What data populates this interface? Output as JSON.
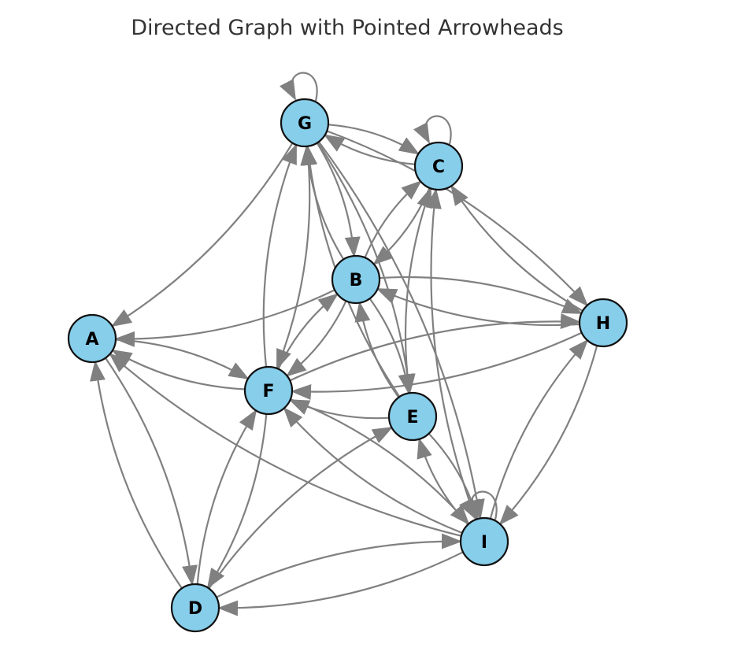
{
  "title": "Directed Graph with Pointed Arrowheads",
  "colors": {
    "node_fill": "#87CEEB",
    "node_stroke": "#111111",
    "edge": "#808080",
    "title_text": "#333333"
  },
  "nodes": [
    {
      "id": "G",
      "label": "G"
    },
    {
      "id": "C",
      "label": "C"
    },
    {
      "id": "B",
      "label": "B"
    },
    {
      "id": "A",
      "label": "A"
    },
    {
      "id": "H",
      "label": "H"
    },
    {
      "id": "F",
      "label": "F"
    },
    {
      "id": "E",
      "label": "E"
    },
    {
      "id": "I",
      "label": "I"
    },
    {
      "id": "D",
      "label": "D"
    }
  ],
  "edges": [
    [
      "G",
      "G"
    ],
    [
      "C",
      "C"
    ],
    [
      "I",
      "I"
    ],
    [
      "G",
      "C"
    ],
    [
      "C",
      "G"
    ],
    [
      "G",
      "A"
    ],
    [
      "G",
      "B"
    ],
    [
      "B",
      "G"
    ],
    [
      "G",
      "F"
    ],
    [
      "F",
      "G"
    ],
    [
      "G",
      "E"
    ],
    [
      "E",
      "G"
    ],
    [
      "G",
      "H"
    ],
    [
      "G",
      "I"
    ],
    [
      "C",
      "B"
    ],
    [
      "B",
      "C"
    ],
    [
      "E",
      "C"
    ],
    [
      "I",
      "C"
    ],
    [
      "H",
      "C"
    ],
    [
      "H",
      "B"
    ],
    [
      "B",
      "H"
    ],
    [
      "B",
      "A"
    ],
    [
      "B",
      "F"
    ],
    [
      "F",
      "B"
    ],
    [
      "B",
      "E"
    ],
    [
      "E",
      "B"
    ],
    [
      "A",
      "F"
    ],
    [
      "F",
      "A"
    ],
    [
      "A",
      "D"
    ],
    [
      "D",
      "A"
    ],
    [
      "I",
      "A"
    ],
    [
      "F",
      "H"
    ],
    [
      "H",
      "F"
    ],
    [
      "E",
      "F"
    ],
    [
      "F",
      "D"
    ],
    [
      "D",
      "F"
    ],
    [
      "F",
      "I"
    ],
    [
      "I",
      "F"
    ],
    [
      "D",
      "E"
    ],
    [
      "E",
      "I"
    ],
    [
      "I",
      "E"
    ],
    [
      "D",
      "I"
    ],
    [
      "I",
      "D"
    ],
    [
      "I",
      "H"
    ],
    [
      "H",
      "I"
    ]
  ]
}
